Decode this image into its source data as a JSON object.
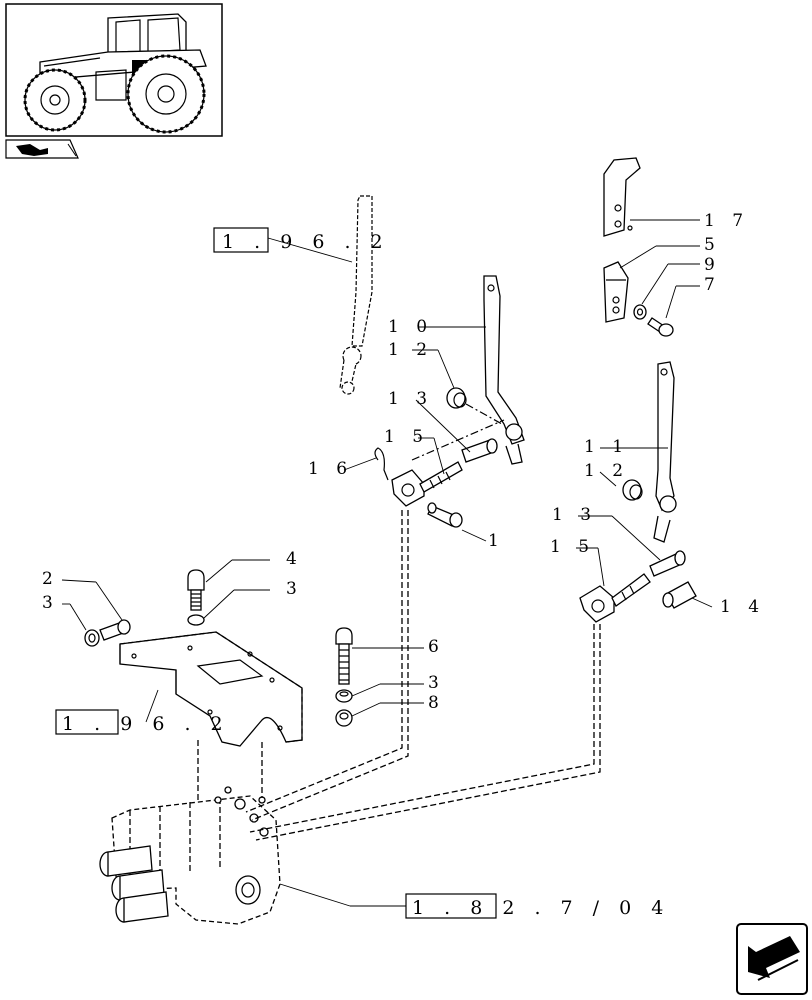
{
  "refs": {
    "r1": "1 . 9 6 . 2",
    "r2": "1 . 9 6 . 2",
    "r3": "1 . 8 2 . 7 / 0 4"
  },
  "labels": {
    "l17": "1 7",
    "l5": "5",
    "l9": "9",
    "l7": "7",
    "l10": "1 0",
    "l12a": "1 2",
    "l13a": "1 3",
    "l15a": "1 5",
    "l16": "1 6",
    "l1": "1",
    "l11": "1 1",
    "l12b": "1 2",
    "l13b": "1 3",
    "l15b": "1 5",
    "l14": "1 4",
    "l4": "4",
    "l3a": "3",
    "l2": "2",
    "l3b": "3",
    "l6": "6",
    "l3c": "3",
    "l8": "8"
  },
  "icons": {
    "thumbnail": "tractor-thumbnail",
    "nav_prev": "previous-page-icon",
    "nav_next": "next-page-icon"
  },
  "colors": {
    "ink": "#000000",
    "paper": "#ffffff"
  }
}
